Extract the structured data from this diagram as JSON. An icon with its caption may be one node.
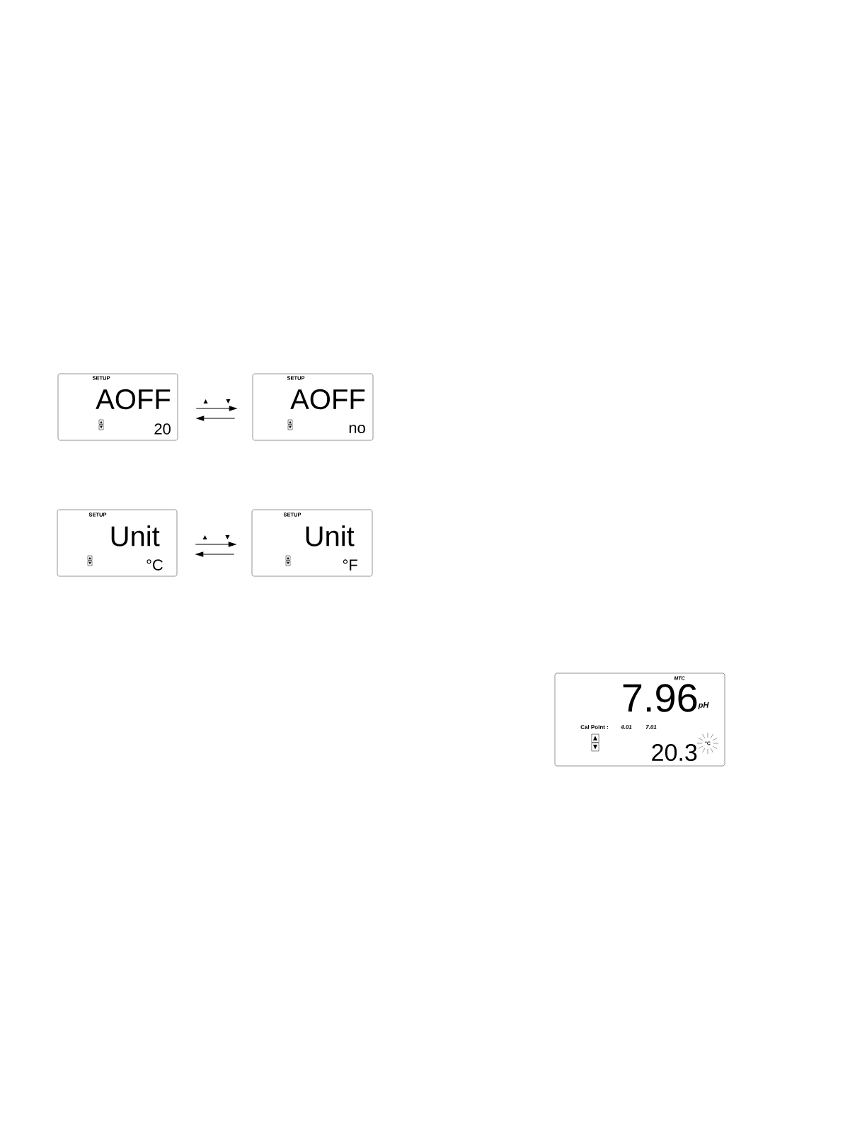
{
  "diagram": {
    "nodes": [
      {
        "text": [
          "SETUP",
          "AOFF",
          "20"
        ]
      },
      {
        "text": [
          "SETUP",
          "AOFF",
          "no"
        ]
      },
      {
        "text": [
          "SETUP",
          "Unit",
          "°C"
        ]
      },
      {
        "text": [
          "SETUP",
          "Unit",
          "°F"
        ]
      },
      {
        "text": [
          "MTC",
          "7.96",
          "pH",
          "Cal Point :",
          "4.01",
          "7.01",
          "20.3",
          "°C"
        ]
      }
    ],
    "edges": [
      {
        "from": 0,
        "to": 1,
        "arrow": "to",
        "label": "▲ ▼"
      },
      {
        "from": 1,
        "to": 0,
        "arrow": "to"
      },
      {
        "from": 2,
        "to": 3,
        "arrow": "to",
        "label": "▲ ▼"
      },
      {
        "from": 3,
        "to": 2,
        "arrow": "to"
      }
    ]
  }
}
